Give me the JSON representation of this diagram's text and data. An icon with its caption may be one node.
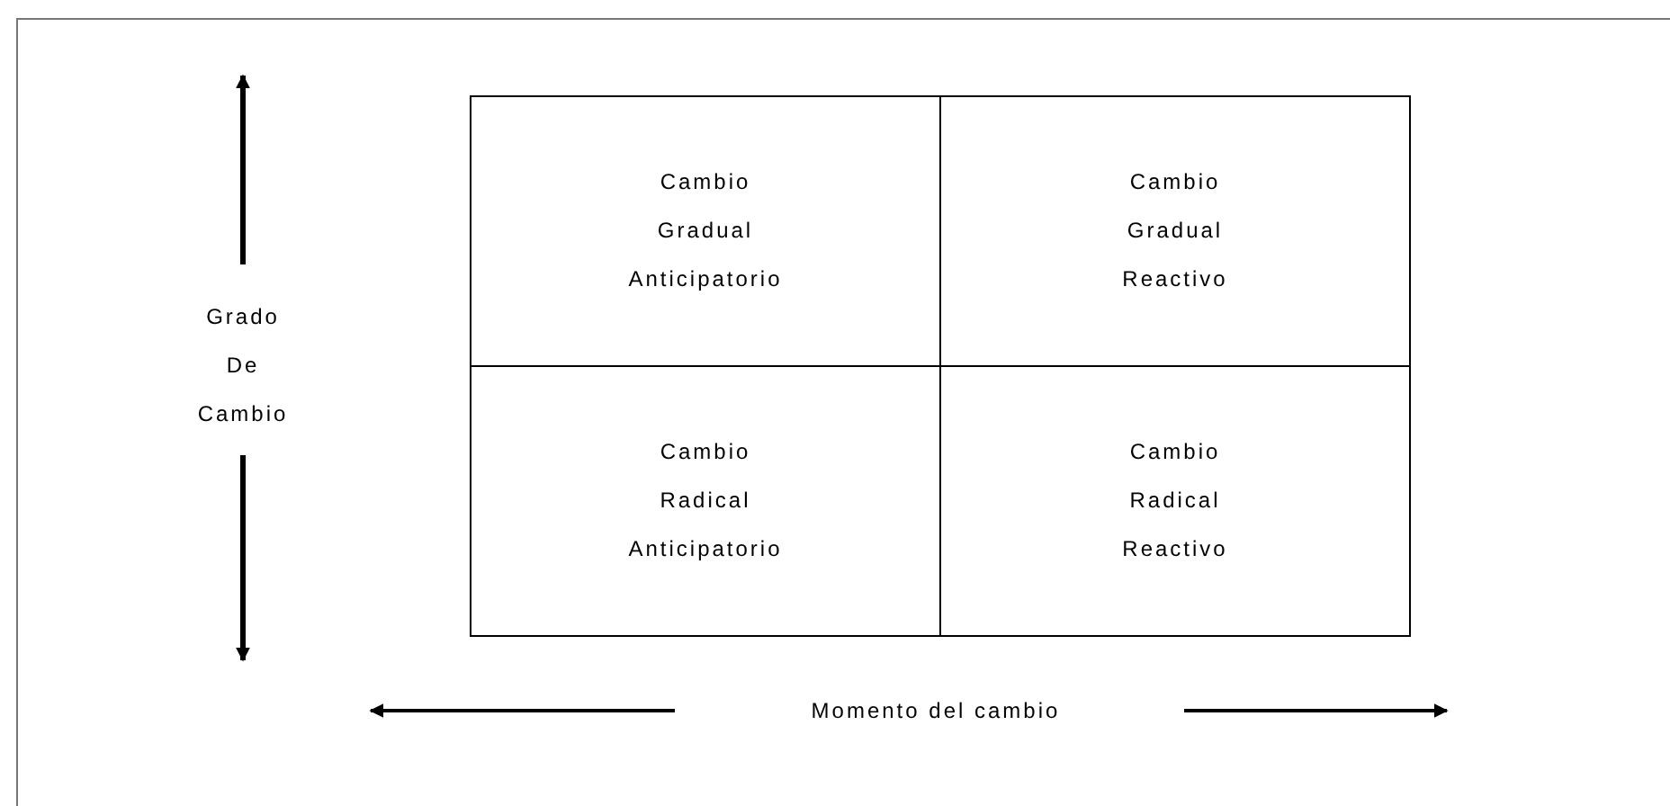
{
  "diagram": {
    "nodes": [
      {
        "text": [
          "Cambio Gradual Anticipatorio"
        ]
      },
      {
        "text": [
          "Cambio Gradual Reactivo"
        ]
      },
      {
        "text": [
          "Cambio Radical Anticipatorio"
        ]
      },
      {
        "text": [
          "Cambio Radical Reactivo"
        ]
      }
    ],
    "labels": [
      "Grado De Cambio",
      "Momento del cambio"
    ]
  }
}
